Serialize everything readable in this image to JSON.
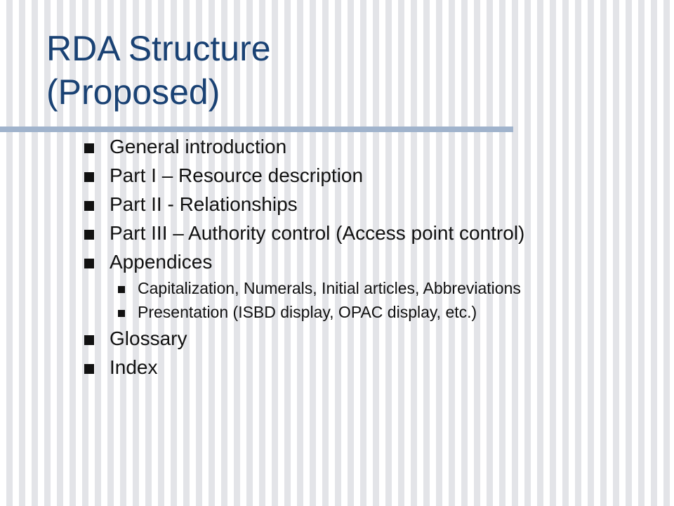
{
  "slide": {
    "title_line1": "RDA Structure",
    "title_line2": "(Proposed)",
    "colors": {
      "title": "#1a4274",
      "rule": "#a0b3cc",
      "text": "#111111"
    },
    "items": [
      {
        "label": "General introduction"
      },
      {
        "label": "Part I – Resource description"
      },
      {
        "label": "Part II - Relationships"
      },
      {
        "label": "Part III – Authority control (Access point control)"
      },
      {
        "label": "Appendices",
        "subitems": [
          {
            "label": "Capitalization, Numerals, Initial articles, Abbreviations"
          },
          {
            "label": "Presentation (ISBD display, OPAC display, etc.)"
          }
        ]
      },
      {
        "label": "Glossary"
      },
      {
        "label": "Index"
      }
    ]
  }
}
